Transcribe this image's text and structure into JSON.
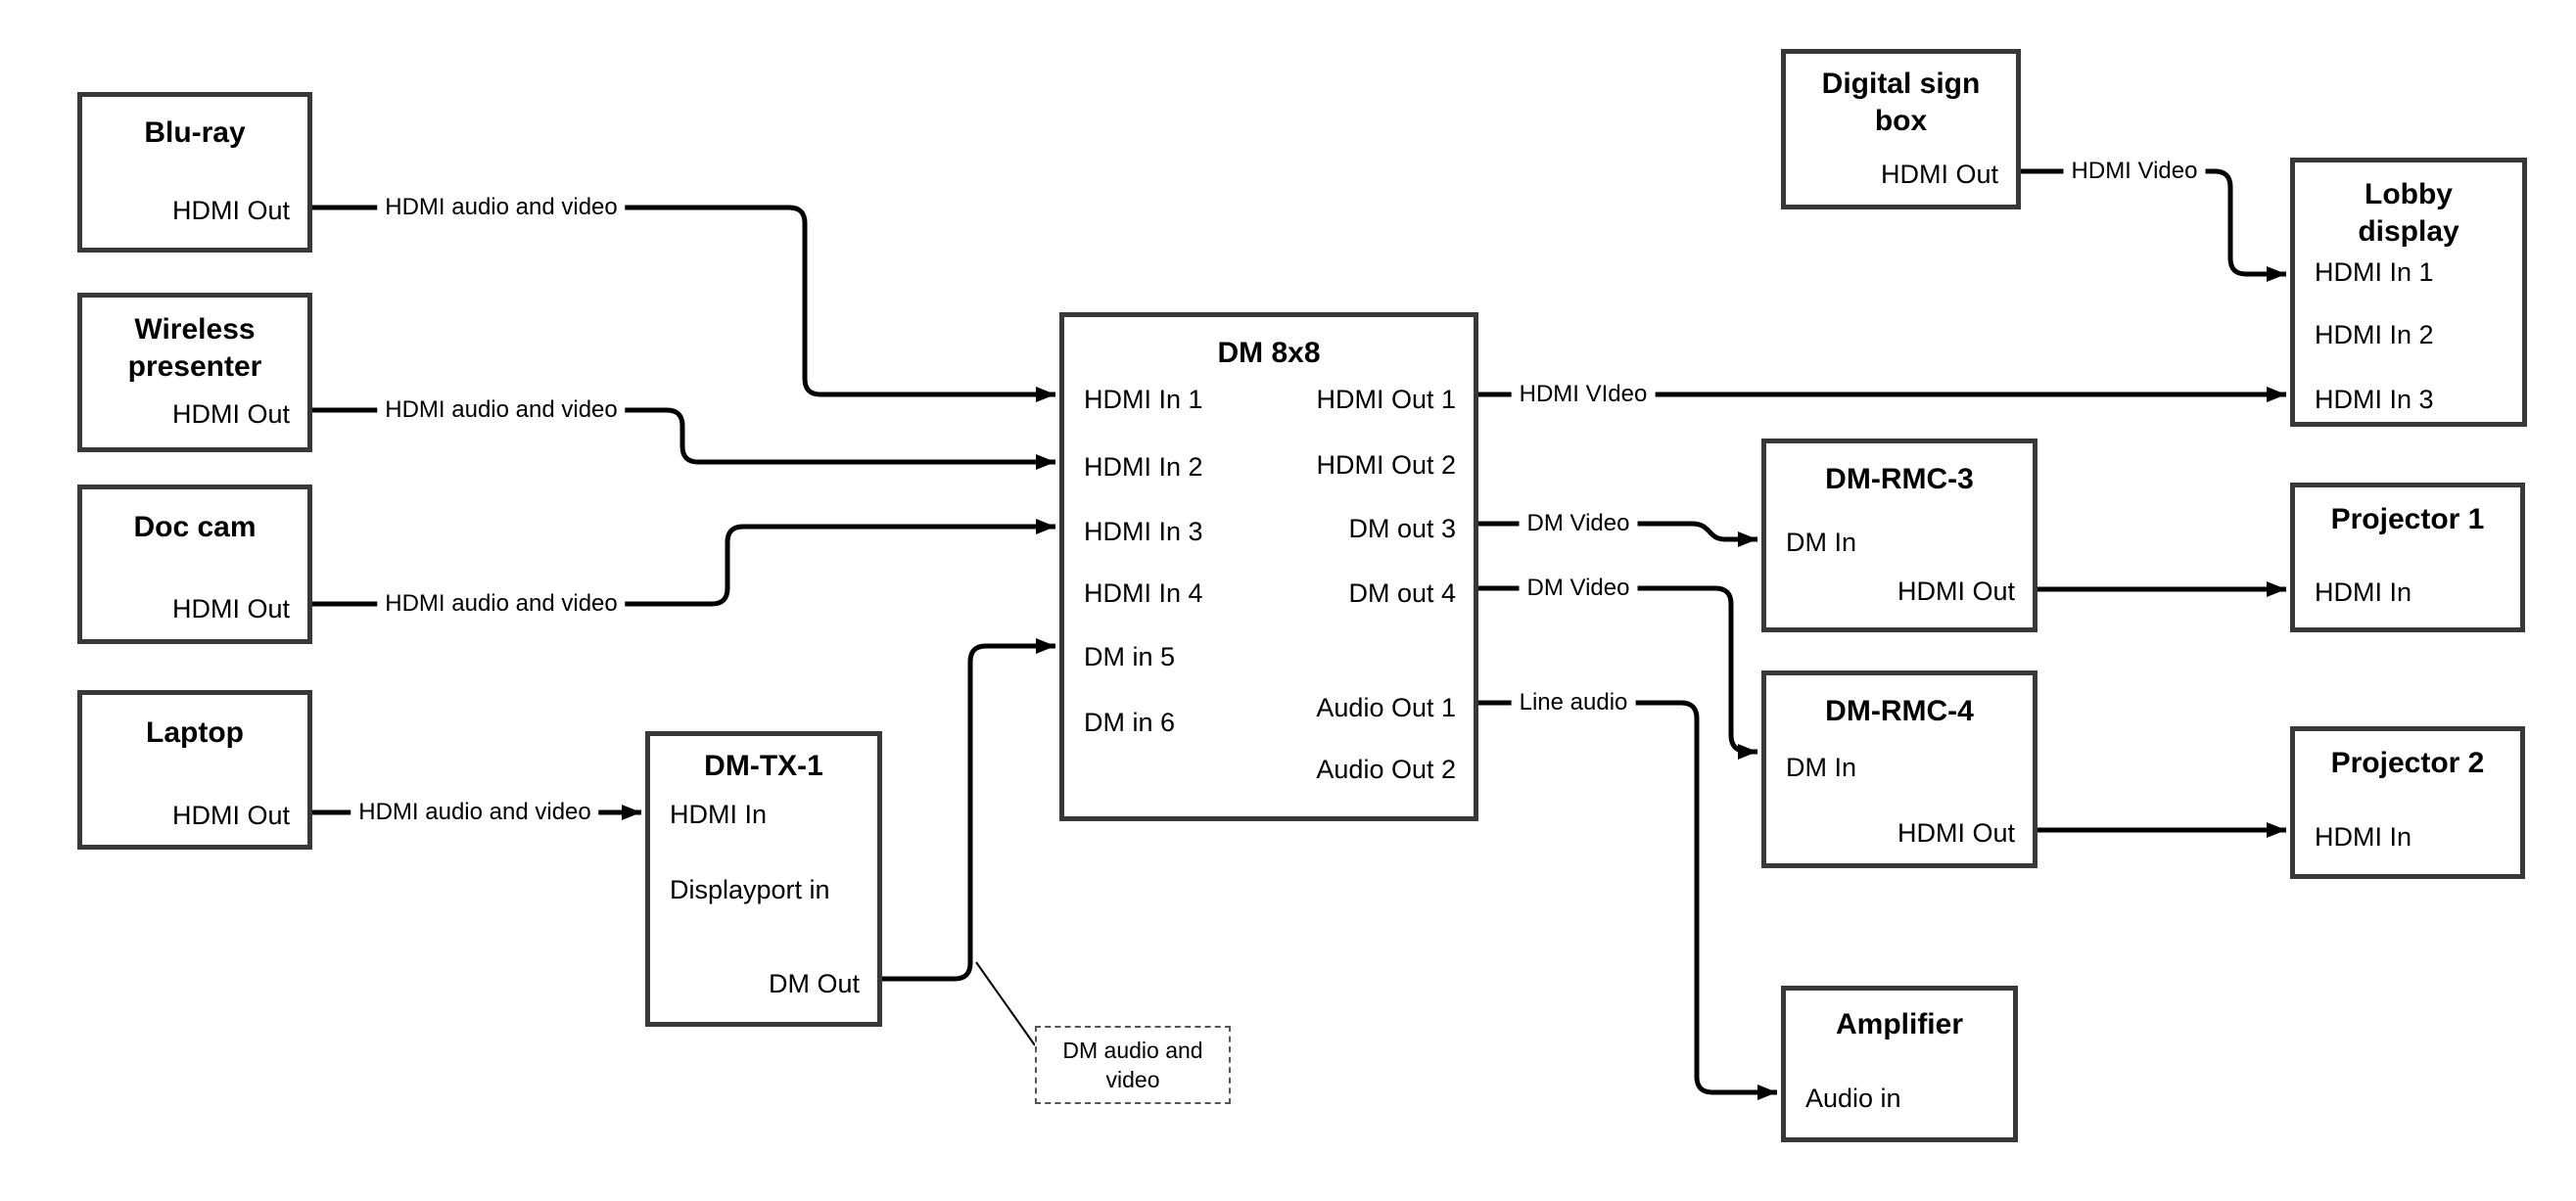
{
  "nodes": {
    "bluray": {
      "title": "Blu-ray",
      "ports": {
        "hdmi_out": "HDMI Out"
      }
    },
    "wireless": {
      "title": "Wireless presenter",
      "ports": {
        "hdmi_out": "HDMI Out"
      }
    },
    "doc_cam": {
      "title": "Doc cam",
      "ports": {
        "hdmi_out": "HDMI Out"
      }
    },
    "laptop": {
      "title": "Laptop",
      "ports": {
        "hdmi_out": "HDMI Out"
      }
    },
    "dm_tx_1": {
      "title": "DM-TX-1",
      "ports": {
        "hdmi_in": "HDMI In",
        "displayport_in": "Displayport in",
        "dm_out": "DM Out"
      }
    },
    "dm_8x8": {
      "title": "DM 8x8",
      "ports": {
        "hdmi_in_1": "HDMI In 1",
        "hdmi_in_2": "HDMI In 2",
        "hdmi_in_3": "HDMI In 3",
        "hdmi_in_4": "HDMI In 4",
        "dm_in_5": "DM in 5",
        "dm_in_6": "DM in 6",
        "hdmi_out_1": "HDMI Out 1",
        "hdmi_out_2": "HDMI Out 2",
        "dm_out_3": "DM out 3",
        "dm_out_4": "DM out 4",
        "audio_out_1": "Audio Out 1",
        "audio_out_2": "Audio Out 2"
      }
    },
    "digital_sign_box": {
      "title": "Digital sign box",
      "ports": {
        "hdmi_out": "HDMI Out"
      }
    },
    "lobby_display": {
      "title": "Lobby display",
      "ports": {
        "hdmi_in_1": "HDMI In 1",
        "hdmi_in_2": "HDMI In 2",
        "hdmi_in_3": "HDMI In 3"
      }
    },
    "dm_rmc_3": {
      "title": "DM-RMC-3",
      "ports": {
        "dm_in": "DM In",
        "hdmi_out": "HDMI Out"
      }
    },
    "projector_1": {
      "title": "Projector 1",
      "ports": {
        "hdmi_in": "HDMI In"
      }
    },
    "dm_rmc_4": {
      "title": "DM-RMC-4",
      "ports": {
        "dm_in": "DM In",
        "hdmi_out": "HDMI Out"
      }
    },
    "projector_2": {
      "title": "Projector 2",
      "ports": {
        "hdmi_in": "HDMI In"
      }
    },
    "amplifier": {
      "title": "Amplifier",
      "ports": {
        "audio_in": "Audio in"
      }
    }
  },
  "wire_labels": {
    "bluray_to_dm8x8": "HDMI audio and video",
    "wireless_to_dm8x8": "HDMI audio and video",
    "doccam_to_dm8x8": "HDMI audio and video",
    "laptop_to_dmtx1": "HDMI audio and video",
    "hdmiout1_to_lobby": "HDMI VIdeo",
    "dmout3_to_rmc3": "DM Video",
    "dmout4_to_rmc4": "DM Video",
    "audioout1_to_amp": "Line audio",
    "digitalsign_to_lobby": "HDMI Video"
  },
  "callout": {
    "dm_audio_video": "DM audio and video"
  },
  "colors": {
    "wire": "#000000",
    "box_border": "#383838",
    "text": "#000000",
    "background": "#ffffff"
  }
}
